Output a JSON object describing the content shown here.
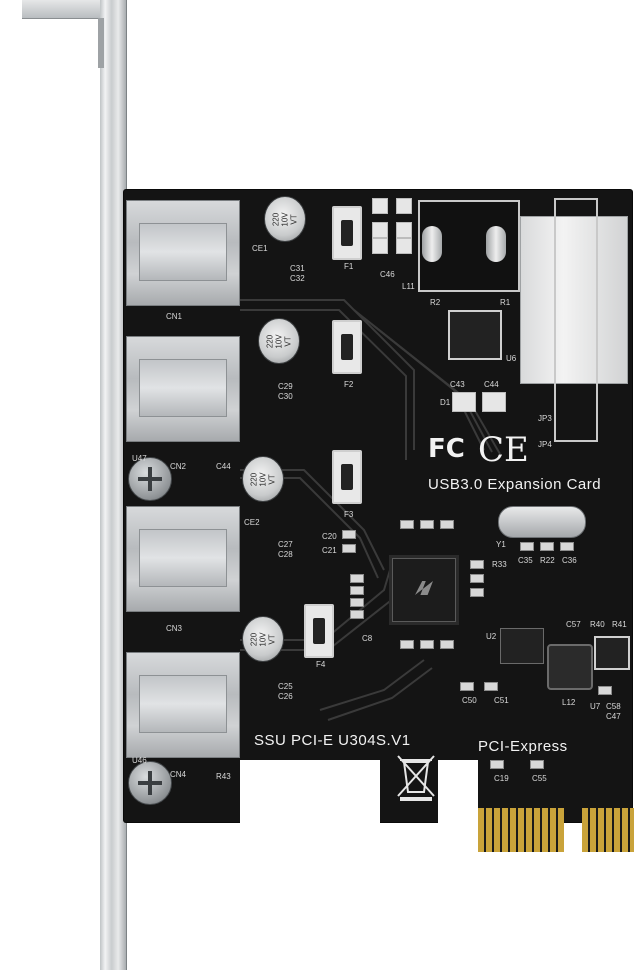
{
  "board_title": "USB3.0 Expansion Card",
  "model": "SSU PCI-E U304S.V1",
  "interface": "PCI-Express",
  "certifications": {
    "fcc": "FC",
    "ce": "CE"
  },
  "capacitor_marking": "220\n10V\nVT",
  "labels": {
    "u47": "U47",
    "u46": "U46",
    "cn1": "CN1",
    "cn2": "CN2",
    "cn3": "CN3",
    "cn4": "CN4",
    "f1": "F1",
    "f2": "F2",
    "f3": "F3",
    "f4": "F4",
    "ce1": "CE1",
    "ce2": "CE2",
    "c31": "C31",
    "c32": "C32",
    "c29": "C29",
    "c30": "C30",
    "c27": "C27",
    "c28": "C28",
    "c25": "C25",
    "c26": "C26",
    "c44": "C44",
    "r43": "R43",
    "c46": "C46",
    "l11": "L11",
    "u6": "U6",
    "jp3": "JP3",
    "jp4": "JP4",
    "r2": "R2",
    "r1": "R1",
    "c43": "C43",
    "c44b": "C44",
    "d1": "D1",
    "y1": "Y1",
    "c35": "C35",
    "r22": "R22",
    "c36": "C36",
    "r33": "R33",
    "c57": "C57",
    "r40": "R40",
    "r41": "R41",
    "u2": "U2",
    "l12": "L12",
    "u7": "U7",
    "c58": "C58",
    "c47": "C47",
    "c50": "C50",
    "c51": "C51",
    "c19": "C19",
    "c55": "C55",
    "c20": "C20",
    "c21": "C21",
    "c8": "C8"
  },
  "colors": {
    "pcb": "#141414",
    "silkscreen": "#f2f2f2",
    "gold_fingers": "#c9a33a",
    "metal": "#c9ccce"
  }
}
